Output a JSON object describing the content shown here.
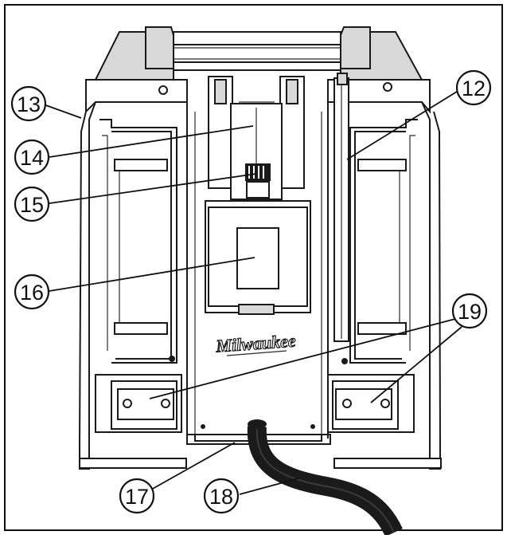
{
  "brand": {
    "logo_text": "Milwaukee"
  },
  "callouts": [
    {
      "id": "12",
      "label": "12"
    },
    {
      "id": "13",
      "label": "13"
    },
    {
      "id": "14",
      "label": "14"
    },
    {
      "id": "15",
      "label": "15"
    },
    {
      "id": "16",
      "label": "16"
    },
    {
      "id": "17",
      "label": "17"
    },
    {
      "id": "18",
      "label": "18"
    },
    {
      "id": "19",
      "label": "19"
    }
  ],
  "colors": {
    "line": "#111111",
    "panel": "#d8d8d8",
    "background": "#ffffff"
  }
}
